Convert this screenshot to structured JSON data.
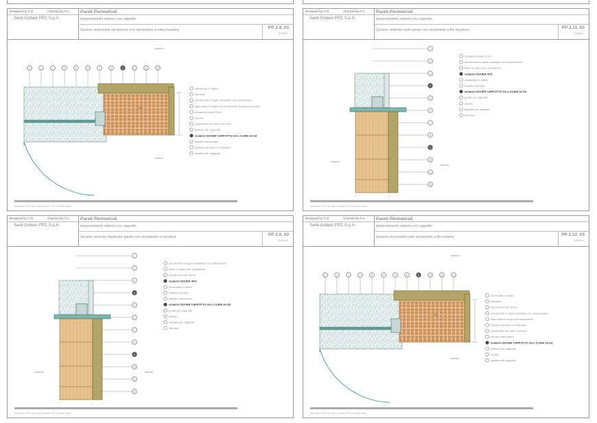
{
  "common": {
    "designed_by": "Designed by  G.R.",
    "checked_by": "Checked by  F.C.",
    "company": "Saint-Gobain PPC S.p.A.",
    "title": "Pareti Perimetrali",
    "date": "11/2013",
    "footer": "Specifiche PPC del Saint-Gobain PPC Pannelli Vista"
  },
  "sheets": [
    {
      "subtitle": "tamponamento esterno con cappotto",
      "description": "Sezione orizzontale serramento con serramento a vista muratura",
      "code": "PP 2.9_03",
      "legend": [
        "davanzale in pietra",
        "intonaco",
        "serramento in legno lamellare con vetrocamera",
        "falso telaio in legno per serramento di lamiera zincata",
        "muratura forata 25 cm",
        "sesello",
        "paramento 110 mm x 110 mm",
        "adesivo per cappotto",
        "isolante ISOVER CAPPOTTO G3 o CLIMA 34 G3",
        "tassello meccanico",
        "rasatura armata con intonaco",
        "tassello per cappotto"
      ],
      "side_labels": [
        "esterno",
        "interno"
      ]
    },
    {
      "subtitle": "tamponamento esterno con cappotto",
      "description": "Sezione verticale nodo parete con serramento a filo muratura",
      "code": "PP 2.11_03",
      "legend": [
        "muratura forata 25 cm",
        "serramento in legno lamellare con vetrocamera",
        "telaio in legno per serramento",
        "isolante ISOVER XPS",
        "davanzale in pietra",
        "rasatura armata",
        "isolante ISOVER CAPPOTTO G3 o CLIMA 34 G3",
        "profilo per cappotto",
        "sesello",
        "tassello per cappotto",
        "intonaco"
      ],
      "side_labels": [
        "esterno",
        "interno"
      ]
    },
    {
      "subtitle": "tamponamento esterno con cappotto",
      "description": "Sezione verticale davanzale parete con serramento a muratura",
      "code": "PP 2.9_03",
      "legend": [
        "serramento in legno lamellare con vetrocamera",
        "telaio in legno per serramento",
        "muratura forata 25 cm",
        "isolante ISOVER XPS",
        "davanzale in pietra",
        "rasatura armata",
        "tassello meccanico",
        "isolante ISOVER CAPPOTTO G3 o CLIMA 34 G3",
        "profilo per cappotto",
        "sesello",
        "tassello per cappotto",
        "intonaco"
      ],
      "side_labels": [
        "esterno",
        "interno"
      ]
    },
    {
      "subtitle": "tamponamento esterno con cappotto",
      "description": "Sezione orizzontale nodo serramento a filo isolante",
      "code": "PP 2.12_03",
      "legend": [
        "davanzale in pietra",
        "intonaco",
        "muratura forata 25 cm",
        "serramento in legno lamellare con vetrocamera",
        "falso telaio in legno per serramento",
        "rasatura armata con intonaco",
        "paramento 110 mm x 110 mm",
        "tassello meccanico",
        "isolante ISOVER CAPPOTTO G3 o CLIMA 34 G3",
        "adesivo per cappotto",
        "sesello",
        "tassello per cappotto"
      ],
      "side_labels": [
        "esterno",
        "interno"
      ]
    }
  ]
}
